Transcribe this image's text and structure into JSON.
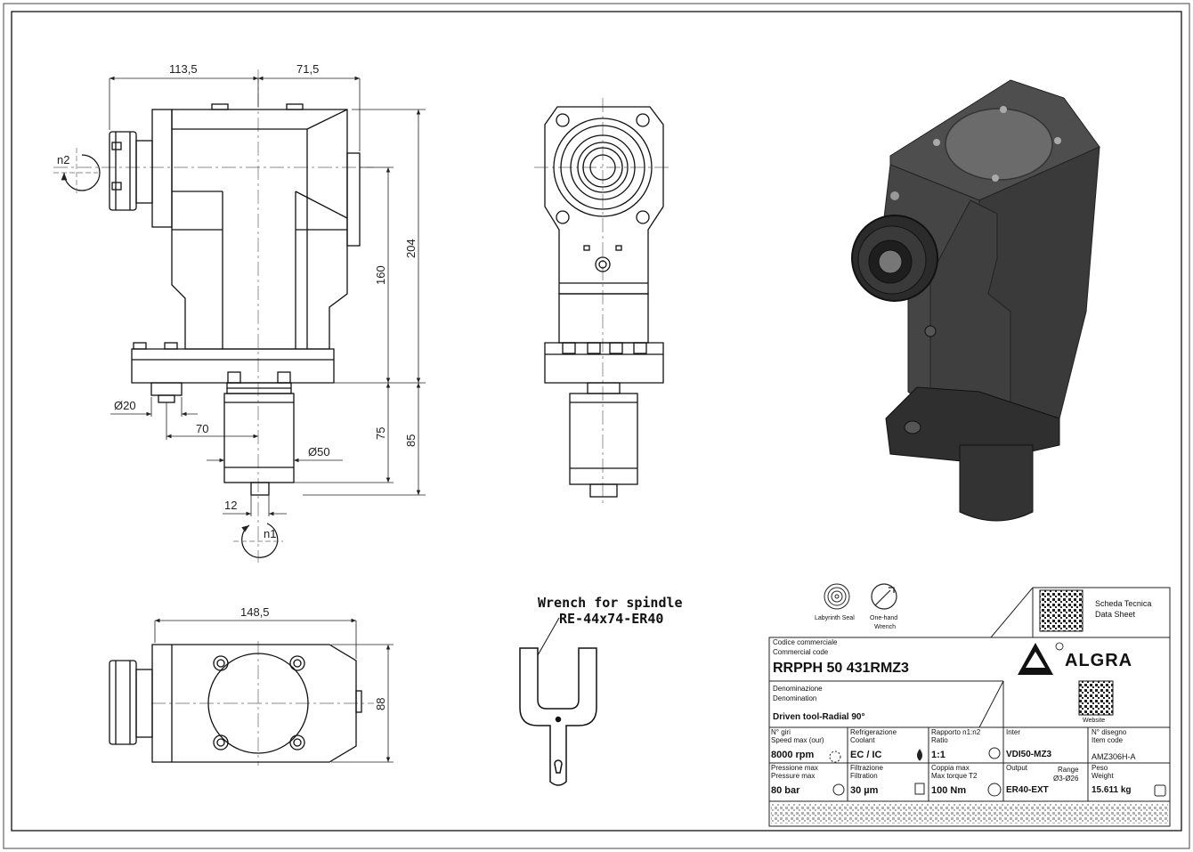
{
  "drawing": {
    "dimensions": {
      "d_113_5": "113,5",
      "d_71_5": "71,5",
      "d_204": "204",
      "d_160": "160",
      "d_75": "75",
      "d_85": "85",
      "d_dia20": "Ø20",
      "d_70": "70",
      "d_dia50": "Ø50",
      "d_12": "12",
      "d_148_5": "148,5",
      "d_88": "88"
    },
    "rotation_labels": {
      "n1": "n1",
      "n2": "n2"
    },
    "wrench_note": {
      "line1": "Wrench for spindle",
      "line2": "RE-44x74-ER40"
    }
  },
  "title_block": {
    "icons": {
      "labyrinth_seal": "Labyrinth Seal",
      "one_hand_wrench_1": "One-hand",
      "one_hand_wrench_2": "Wrench"
    },
    "datasheet": {
      "line1": "Scheda Tecnica",
      "line2": "Data Sheet"
    },
    "brand": "ALGRA",
    "website_label": "Website",
    "commercial_code_label_it": "Codice commerciale",
    "commercial_code_label_en": "Commercial code",
    "commercial_code": "RRPPH 50 431RMZ3",
    "denomination_label_it": "Denominazione",
    "denomination_label_en": "Denomination",
    "denomination": "Driven tool-Radial 90°",
    "row1": [
      {
        "label_it": "N° giri",
        "label_en": "Speed max (our)",
        "value": "8000 rpm"
      },
      {
        "label_it": "Refrigerazione",
        "label_en": "Coolant",
        "value": "EC / IC"
      },
      {
        "label_it": "Rapporto n1:n2",
        "label_en": "Ratio",
        "value": "1:1"
      },
      {
        "label_it": "Inter",
        "label_en": "",
        "value": "VDI50-MZ3"
      },
      {
        "label_it": "N° disegno",
        "label_en": "Item code",
        "value": "AMZ306H-A"
      }
    ],
    "row2": [
      {
        "label_it": "Pressione max",
        "label_en": "Pressure max",
        "value": "80 bar"
      },
      {
        "label_it": "Filtrazione",
        "label_en": "Filtration",
        "value": "30 µm"
      },
      {
        "label_it": "Coppia max",
        "label_en": "Max torque T2",
        "value": "100 Nm"
      },
      {
        "label_it": "Output",
        "label_en": "",
        "value": "ER40-EXT",
        "range_label": "Range",
        "range_value": "Ø3-Ø26"
      },
      {
        "label_it": "Peso",
        "label_en": "Weight",
        "value": "15.611 kg"
      }
    ]
  }
}
